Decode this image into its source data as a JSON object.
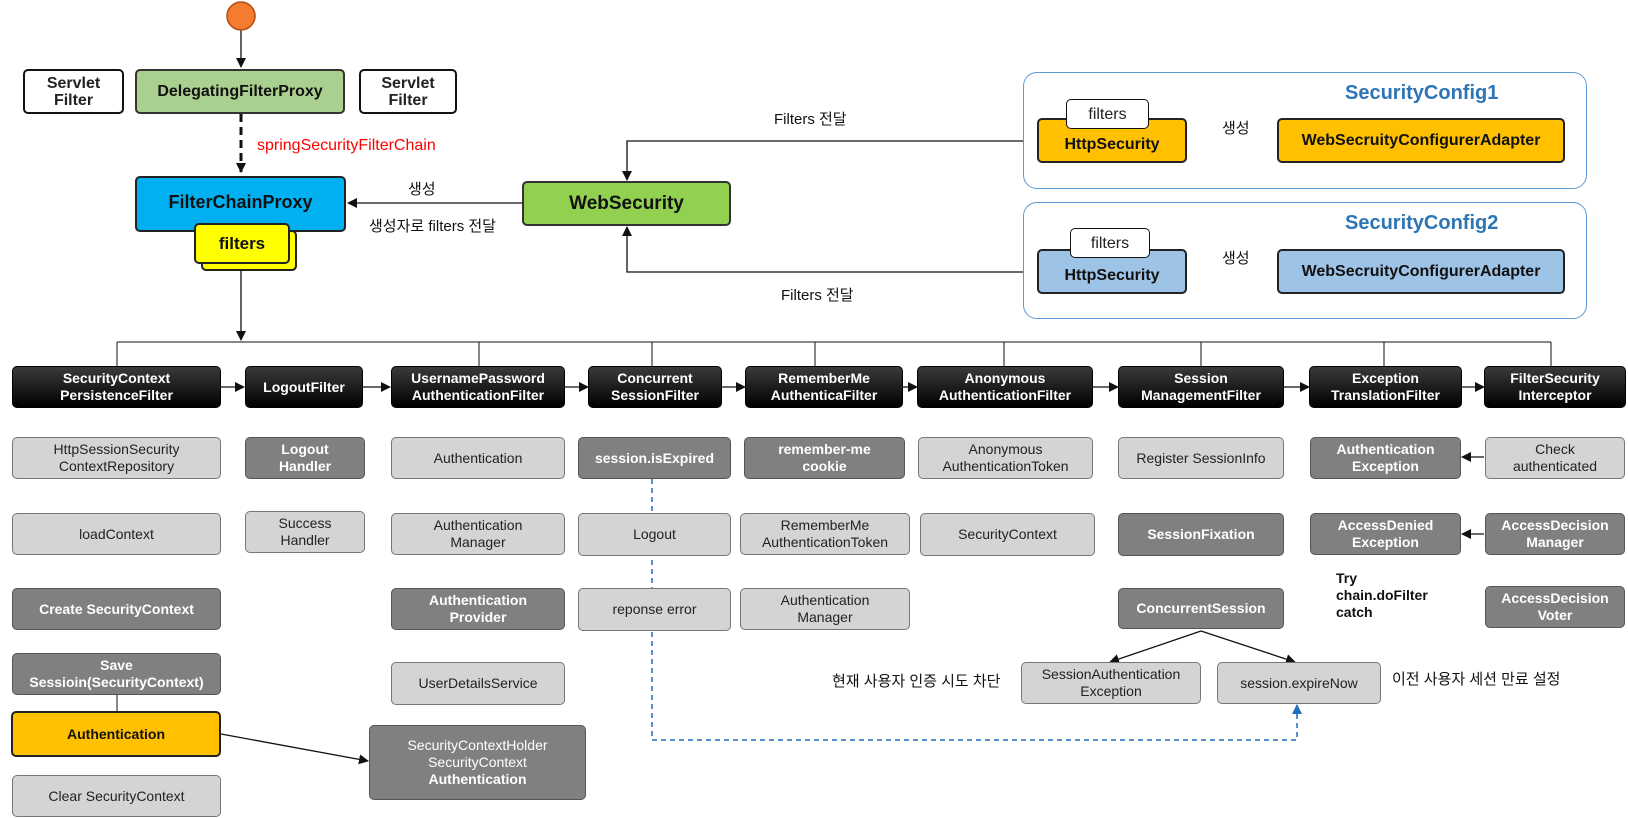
{
  "top": {
    "servlet_filter_left": [
      "Servlet",
      "Filter"
    ],
    "delegating": "DelegatingFilterProxy",
    "servlet_filter_right": [
      "Servlet",
      "Filter"
    ],
    "spring_chain_label": "springSecurityFilterChain",
    "filter_chain_proxy": "FilterChainProxy",
    "filters": "filters",
    "web_security": "WebSecurity",
    "create_label": "생성",
    "create_filters_label": "생성자로 filters 전달",
    "filters_pass_top": "Filters 전달",
    "filters_pass_bottom": "Filters 전달"
  },
  "configs": [
    {
      "title": "SecurityConfig1",
      "filters": "filters",
      "http": "HttpSecurity",
      "create": "생성",
      "adapter": "WebSecruityConfigurerAdapter",
      "color": "#ffc000"
    },
    {
      "title": "SecurityConfig2",
      "filters": "filters",
      "http": "HttpSecurity",
      "create": "생성",
      "adapter": "WebSecruityConfigurerAdapter",
      "color": "#9dc3e6"
    }
  ],
  "filters_row": [
    [
      "SecurityContext",
      "PersistenceFilter"
    ],
    [
      "LogoutFilter"
    ],
    [
      "UsernamePassword",
      "AuthenticationFilter"
    ],
    [
      "Concurrent",
      "SessionFilter"
    ],
    [
      "RememberMe",
      "AuthenticaFilter"
    ],
    [
      "Anonymous",
      "AuthenticationFilter"
    ],
    [
      "Session",
      "ManagementFilter"
    ],
    [
      "Exception",
      "TranslationFilter"
    ],
    [
      "FilterSecurity",
      "Interceptor"
    ]
  ],
  "col_security_context": {
    "repo": [
      "HttpSessionSecurity",
      "ContextRepository"
    ],
    "load": "loadContext",
    "create": "Create SecurityContext",
    "save": [
      "Save",
      "Sessioin(SecurityContext)"
    ],
    "auth": "Authentication",
    "clear": "Clear SecurityContext"
  },
  "col_logout": {
    "handler": [
      "Logout",
      "Handler"
    ],
    "success": [
      "Success",
      "Handler"
    ]
  },
  "col_username": {
    "auth": "Authentication",
    "manager": [
      "Authentication",
      "Manager"
    ],
    "provider": [
      "Authentication",
      "Provider"
    ],
    "uds": "UserDetailsService"
  },
  "holder": [
    "SecurityContextHolder",
    "SecurityContext",
    "Authentication"
  ],
  "col_concurrent": {
    "expired": "session.isExpired",
    "logout": "Logout",
    "error": "reponse error"
  },
  "col_remember": {
    "cookie": [
      "remember-me",
      "cookie"
    ],
    "token": [
      "RememberMe",
      "AuthenticationToken"
    ],
    "manager": [
      "Authentication",
      "Manager"
    ]
  },
  "col_anonymous": {
    "token": [
      "Anonymous",
      "AuthenticationToken"
    ],
    "context": "SecurityContext"
  },
  "col_session": {
    "register": "Register SessionInfo",
    "fixation": "SessionFixation",
    "concurrent": "ConcurrentSession",
    "sae": [
      "SessionAuthentication",
      "Exception"
    ],
    "expire_now": "session.expireNow",
    "block_label": "현재 사용자 인증 시도 차단",
    "expire_label": "이전 사용자 세션 만료 설정"
  },
  "col_exception": {
    "auth_ex": [
      "Authentication",
      "Exception"
    ],
    "denied_ex": [
      "AccessDenied",
      "Exception"
    ],
    "try_text": [
      "Try",
      "chain.doFilter",
      "catch"
    ]
  },
  "col_interceptor": {
    "check": [
      "Check",
      "authenticated"
    ],
    "adm": [
      "AccessDecision",
      "Manager"
    ],
    "voter": [
      "AccessDecision",
      "Voter"
    ]
  }
}
